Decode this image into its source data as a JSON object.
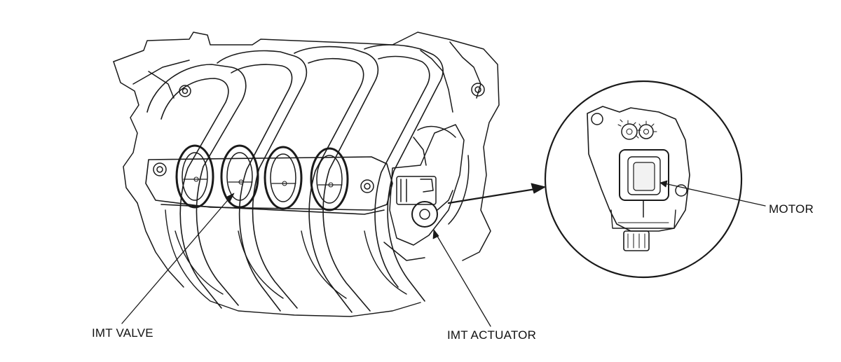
{
  "callouts": {
    "imt_valve": "IMT VALVE",
    "imt_actuator": "IMT ACTUATOR",
    "motor": "MOTOR"
  },
  "colors": {
    "line": "#1a1a1a",
    "light_line": "#555555",
    "background": "#ffffff"
  }
}
